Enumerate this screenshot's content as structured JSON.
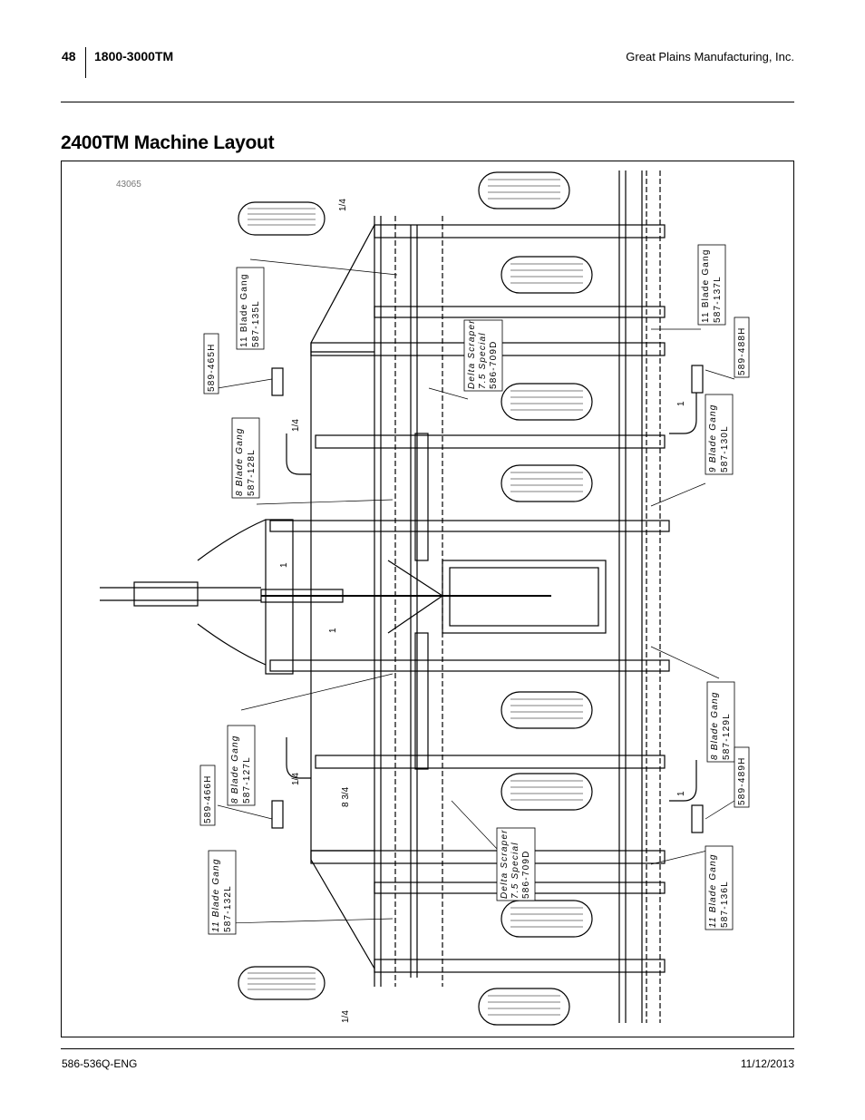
{
  "header": {
    "page_number": "48",
    "model": "1800-3000TM",
    "company": "Great Plains Manufacturing, Inc."
  },
  "title": "2400TM Machine Layout",
  "figure": {
    "figure_id": "43065",
    "callouts": {
      "gang_135l": {
        "line1": "11 Blade Gang",
        "line2": "587-135L"
      },
      "part_465h": {
        "line1": "589-465H"
      },
      "gang_128l": {
        "line1": "8 Blade Gang",
        "line2": "587-128L"
      },
      "gang_127l": {
        "line1": "8 Blade Gang",
        "line2": "587-127L"
      },
      "part_466h": {
        "line1": "589-466H"
      },
      "gang_132l": {
        "line1": "11 Blade Gang",
        "line2": "587-132L"
      },
      "scraper_top": {
        "line1": "Delta Scraper",
        "line2": "7.5 Special",
        "line3": "586-709D"
      },
      "scraper_bottom": {
        "line1": "Delta Scraper",
        "line2": "7.5 Special",
        "line3": "586-709D"
      },
      "gang_137l": {
        "line1": "11 Blade Gang",
        "line2": "587-137L"
      },
      "part_488h": {
        "line1": "589-488H"
      },
      "gang_130l": {
        "line1": "9 Blade Gang",
        "line2": "587-130L"
      },
      "gang_129l": {
        "line1": "8 Blade Gang",
        "line2": "587-129L"
      },
      "part_489h": {
        "line1": "589-489H"
      },
      "gang_136l": {
        "line1": "11 Blade Gang",
        "line2": "587-136L"
      }
    },
    "dimensions": {
      "d1": "1/4",
      "d2": "1/4",
      "d3": "1/4",
      "d4": "1/4",
      "d5": "1",
      "d6": "1",
      "d7": "1",
      "d8": "1",
      "d9": "8 3/4"
    }
  },
  "footer": {
    "doc_number": "586-536Q-ENG",
    "date": "11/12/2013"
  }
}
